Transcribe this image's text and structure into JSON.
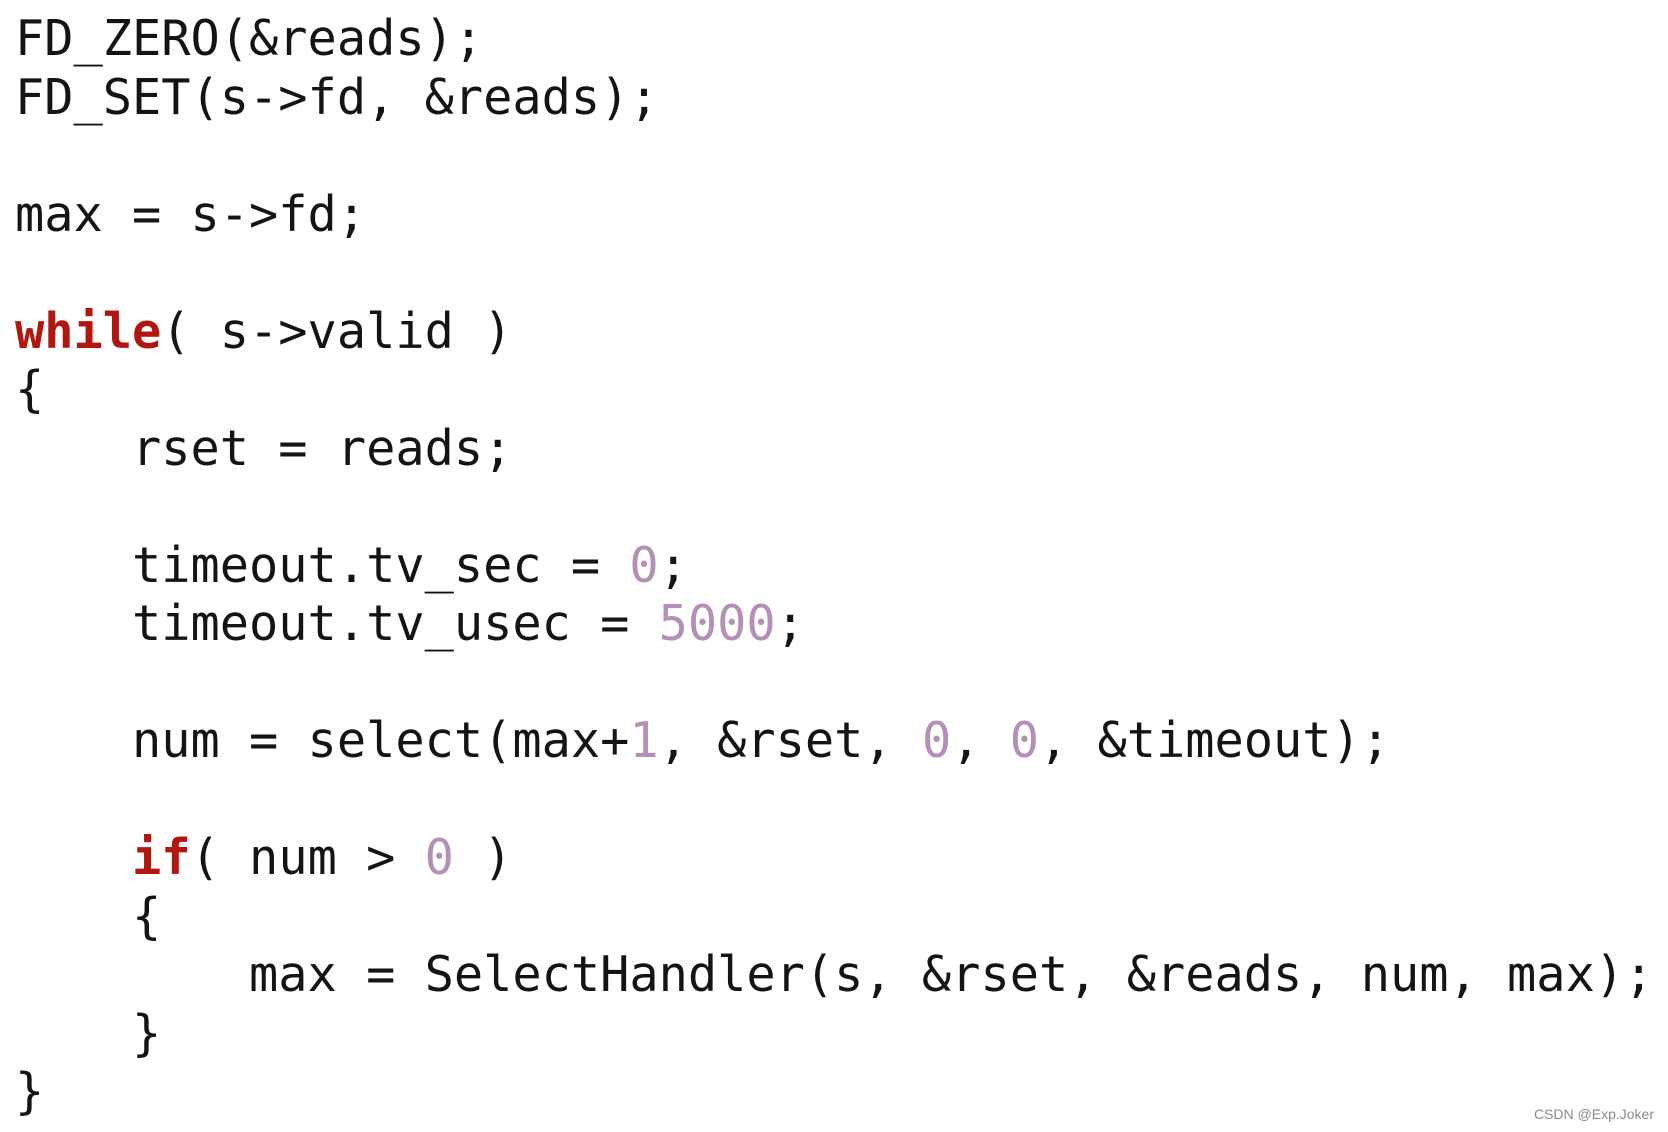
{
  "colors": {
    "keyword": "#b3150f",
    "number": "#b48fb6",
    "text": "#141414"
  },
  "code_lines": [
    [
      {
        "t": "FD_ZERO(&reads);",
        "k": "p"
      }
    ],
    [
      {
        "t": "FD_SET(s->fd, &reads);",
        "k": "p"
      }
    ],
    [],
    [
      {
        "t": "max = s->fd;",
        "k": "p"
      }
    ],
    [],
    [
      {
        "t": "while",
        "k": "kw"
      },
      {
        "t": "( s->valid )",
        "k": "p"
      }
    ],
    [
      {
        "t": "{",
        "k": "p"
      }
    ],
    [
      {
        "t": "    rset = reads;",
        "k": "p"
      }
    ],
    [],
    [
      {
        "t": "    timeout.tv_sec = ",
        "k": "p"
      },
      {
        "t": "0",
        "k": "num"
      },
      {
        "t": ";",
        "k": "p"
      }
    ],
    [
      {
        "t": "    timeout.tv_usec = ",
        "k": "p"
      },
      {
        "t": "5000",
        "k": "num"
      },
      {
        "t": ";",
        "k": "p"
      }
    ],
    [],
    [
      {
        "t": "    num = select(max+",
        "k": "p"
      },
      {
        "t": "1",
        "k": "num"
      },
      {
        "t": ", &rset, ",
        "k": "p"
      },
      {
        "t": "0",
        "k": "num"
      },
      {
        "t": ", ",
        "k": "p"
      },
      {
        "t": "0",
        "k": "num"
      },
      {
        "t": ", &timeout);",
        "k": "p"
      }
    ],
    [],
    [
      {
        "t": "    ",
        "k": "p"
      },
      {
        "t": "if",
        "k": "kw"
      },
      {
        "t": "( num > ",
        "k": "p"
      },
      {
        "t": "0",
        "k": "num"
      },
      {
        "t": " )",
        "k": "p"
      }
    ],
    [
      {
        "t": "    {",
        "k": "p"
      }
    ],
    [
      {
        "t": "        max = SelectHandler(s, &rset, &reads, num, max);",
        "k": "p"
      }
    ],
    [
      {
        "t": "    }",
        "k": "p"
      }
    ],
    [
      {
        "t": "}",
        "k": "p"
      }
    ]
  ],
  "watermark": "CSDN @Exp.Joker"
}
